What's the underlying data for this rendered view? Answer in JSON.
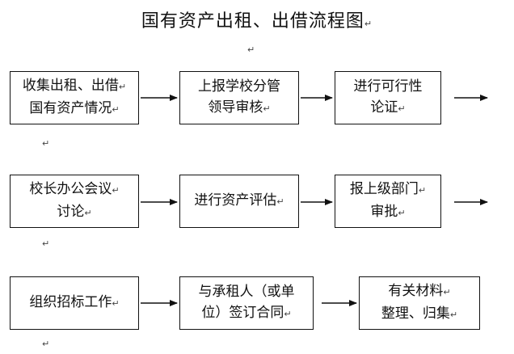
{
  "title": "国有资产出租、出借流程图",
  "return_mark": "↵",
  "rows": [
    {
      "boxes": [
        {
          "lines": [
            "收集出租、出借",
            "国有资产情况"
          ]
        },
        {
          "lines": [
            "上报学校分管",
            "领导审核"
          ]
        },
        {
          "lines": [
            "进行可行性",
            "论证"
          ]
        }
      ]
    },
    {
      "boxes": [
        {
          "lines": [
            "校长办公会议",
            "讨论"
          ]
        },
        {
          "lines": [
            "进行资产评估"
          ]
        },
        {
          "lines": [
            "报上级部门",
            "审批"
          ]
        }
      ]
    },
    {
      "boxes": [
        {
          "lines": [
            "组织招标工作"
          ]
        },
        {
          "lines": [
            "与承租人（或单",
            "位）签订合同"
          ]
        },
        {
          "lines": [
            "有关材料",
            "整理、归集"
          ]
        }
      ]
    }
  ]
}
